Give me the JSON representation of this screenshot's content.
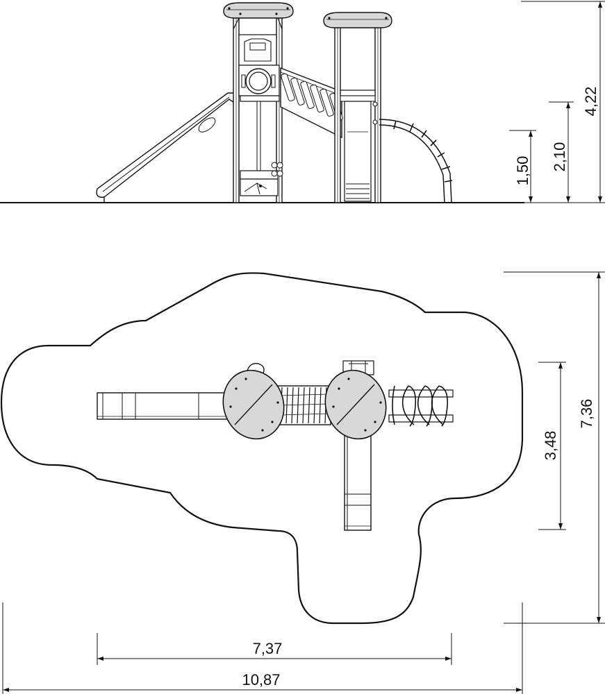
{
  "dimensions": {
    "elevation": {
      "platform_height_1": "1,50",
      "platform_height_2": "2,10",
      "total_height": "4,22"
    },
    "plan": {
      "equipment_depth": "3,48",
      "area_depth": "7,36",
      "equipment_width": "7,37",
      "area_width": "10,87"
    }
  },
  "colors": {
    "line": "#111111",
    "fill_light": "#ffffff",
    "fill_gray": "#d8d8d8"
  }
}
